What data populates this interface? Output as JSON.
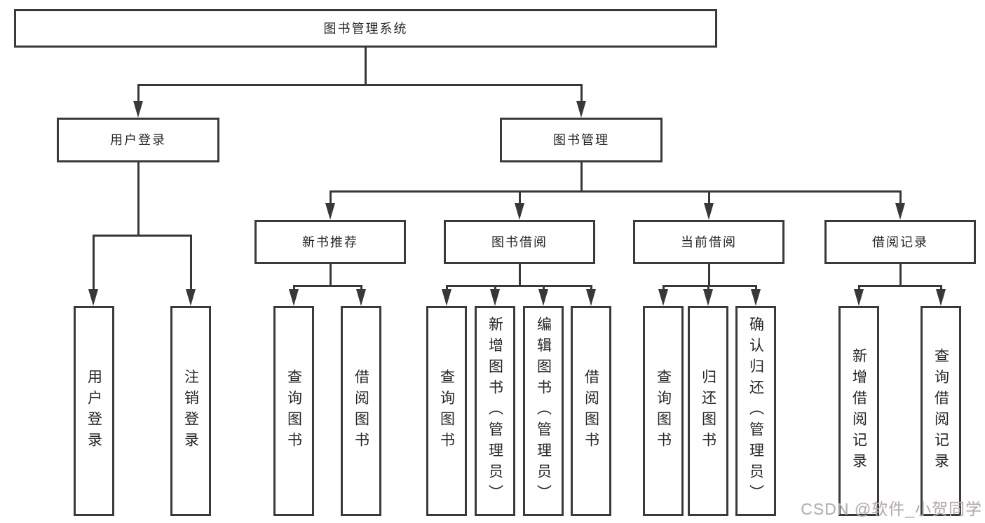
{
  "nodes": {
    "root": "图书管理系统",
    "user_login": "用户登录",
    "book_mgmt": "图书管理",
    "new_book_rec": "新书推荐",
    "book_borrow": "图书借阅",
    "current_borrow": "当前借阅",
    "borrow_records": "借阅记录",
    "leaf_user_login": "用户登录",
    "leaf_logout": "注销登录",
    "leaf_nb_query": "查询图书",
    "leaf_nb_borrow": "借阅图书",
    "leaf_bb_query": "查询图书",
    "leaf_bb_add": "新增图书（管理员）",
    "leaf_bb_edit": "编辑图书（管理员）",
    "leaf_bb_borrow": "借阅图书",
    "leaf_cb_query": "查询图书",
    "leaf_cb_return": "归还图书",
    "leaf_cb_confirm": "确认归还（管理员）",
    "leaf_br_add": "新增借阅记录",
    "leaf_br_query": "查询借阅记录"
  },
  "watermark": "CSDN @软件_小贺同学",
  "colors": {
    "line": "#383838",
    "box_border": "#3a3a3a",
    "text": "#262626",
    "watermark": "#b3afb3"
  }
}
